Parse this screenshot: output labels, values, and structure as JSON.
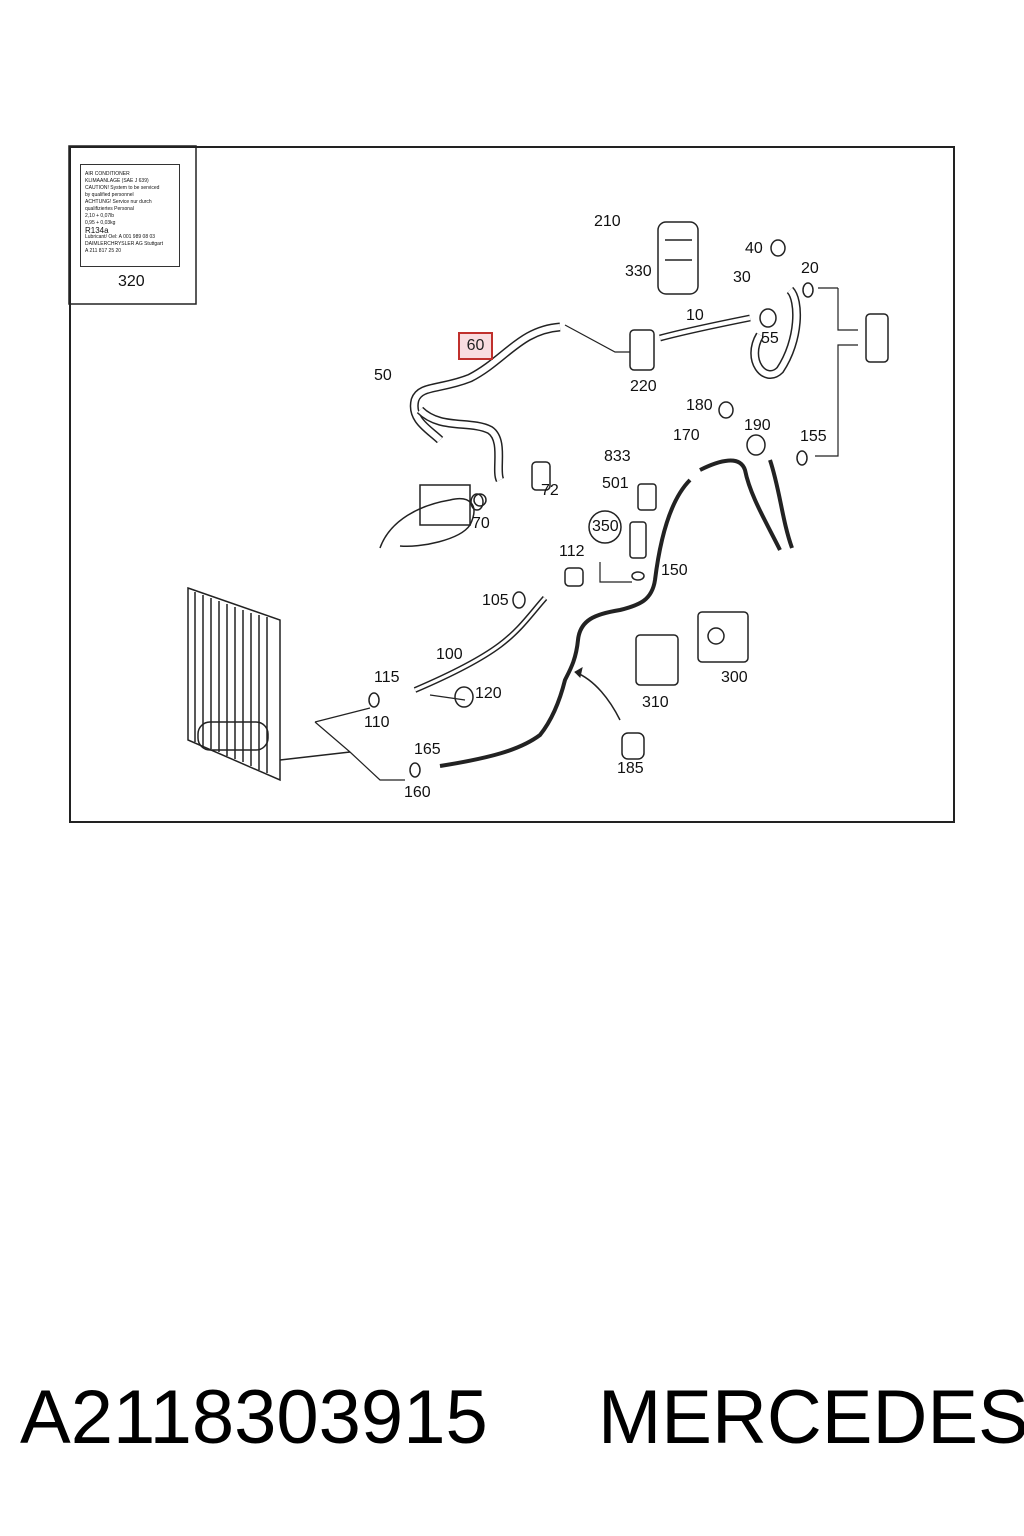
{
  "label_plate": {
    "lines": [
      "AIR CONDITIONER",
      "KLIMAANLAGE (SAE J 639)",
      "CAUTION!   System to be serviced",
      "            by qualified personnel",
      "ACHTUNG!   Service nur durch",
      "            qualifiziertes Personal",
      "2,10 + 0,07lb",
      "0,95 + 0,03kg",
      "Lubricant/ Oel:    A 001 989 08 03",
      "DAIMLERCHRYSLER AG Stuttgart",
      "A 211 817 25 20"
    ],
    "refrigerant": "R134a"
  },
  "callouts": {
    "c320": "320",
    "c210": "210",
    "c330": "330",
    "c40": "40",
    "c30": "30",
    "c20": "20",
    "c10": "10",
    "c55": "55",
    "c60": "60",
    "c220": "220",
    "c50": "50",
    "c180": "180",
    "c190": "190",
    "c170": "170",
    "c155": "155",
    "c833": "833",
    "c501": "501",
    "c72": "72",
    "c70": "70",
    "c350": "350",
    "c112": "112",
    "c150": "150",
    "c105": "105",
    "c100": "100",
    "c300": "300",
    "c310": "310",
    "c115": "115",
    "c120": "120",
    "c110": "110",
    "c165": "165",
    "c185": "185",
    "c160": "160"
  },
  "highlighted_callout": "60",
  "footer": {
    "part_number": "A2118303915",
    "brand": "MERCEDES"
  }
}
